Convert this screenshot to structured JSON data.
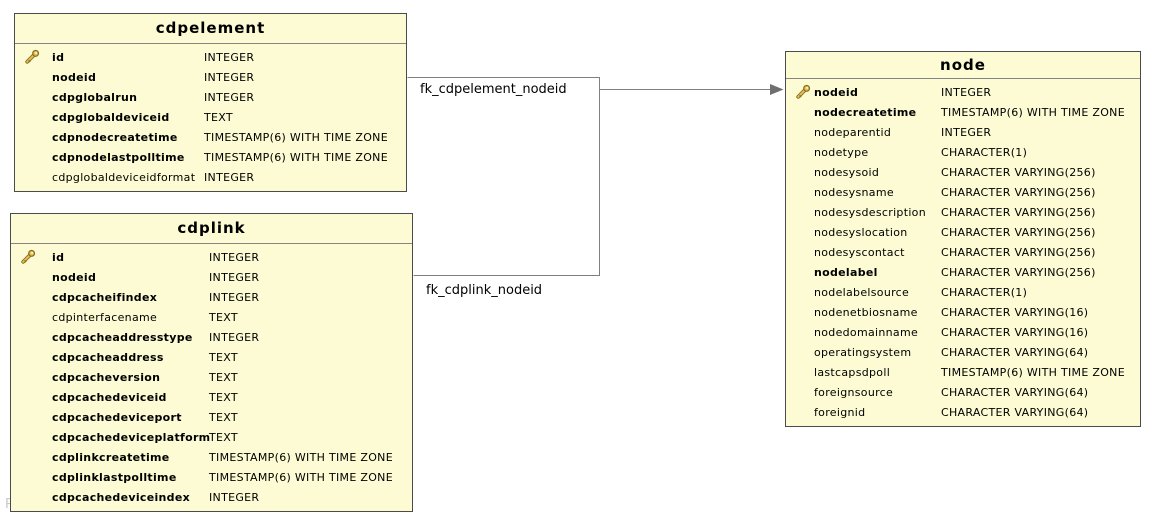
{
  "diagram": {
    "watermark": "Powered by yFiles",
    "connections": [
      {
        "label": "fk_cdpelement_nodeid",
        "from_table": "cdpelement",
        "from_column": "nodeid",
        "to_table": "node",
        "to_column": "nodeid"
      },
      {
        "label": "fk_cdplink_nodeid",
        "from_table": "cdplink",
        "from_column": "nodeid",
        "to_table": "node",
        "to_column": "nodeid"
      }
    ],
    "colors": {
      "table_fill": "#fcfbd3",
      "table_border": "#4b4b4b",
      "title_divider": "#858585",
      "connector": "#7f7f7f",
      "arrowhead": "#6f6f6f",
      "key_icon_gold": "#e3bf59",
      "key_icon_outline": "#8a6d1f",
      "watermark_gray": "#c9c9c9"
    },
    "tables": [
      {
        "name": "cdpelement",
        "columns": [
          {
            "name": "id",
            "type": "INTEGER",
            "key": true,
            "bold": true
          },
          {
            "name": "nodeid",
            "type": "INTEGER",
            "key": false,
            "bold": true
          },
          {
            "name": "cdpglobalrun",
            "type": "INTEGER",
            "key": false,
            "bold": true
          },
          {
            "name": "cdpglobaldeviceid",
            "type": "TEXT",
            "key": false,
            "bold": true
          },
          {
            "name": "cdpnodecreatetime",
            "type": "TIMESTAMP(6) WITH TIME ZONE",
            "key": false,
            "bold": true
          },
          {
            "name": "cdpnodelastpolltime",
            "type": "TIMESTAMP(6) WITH TIME ZONE",
            "key": false,
            "bold": true
          },
          {
            "name": "cdpglobaldeviceidformat",
            "type": "INTEGER",
            "key": false,
            "bold": false
          }
        ]
      },
      {
        "name": "cdplink",
        "columns": [
          {
            "name": "id",
            "type": "INTEGER",
            "key": true,
            "bold": true
          },
          {
            "name": "nodeid",
            "type": "INTEGER",
            "key": false,
            "bold": true
          },
          {
            "name": "cdpcacheifindex",
            "type": "INTEGER",
            "key": false,
            "bold": true
          },
          {
            "name": "cdpinterfacename",
            "type": "TEXT",
            "key": false,
            "bold": false
          },
          {
            "name": "cdpcacheaddresstype",
            "type": "INTEGER",
            "key": false,
            "bold": true
          },
          {
            "name": "cdpcacheaddress",
            "type": "TEXT",
            "key": false,
            "bold": true
          },
          {
            "name": "cdpcacheversion",
            "type": "TEXT",
            "key": false,
            "bold": true
          },
          {
            "name": "cdpcachedeviceid",
            "type": "TEXT",
            "key": false,
            "bold": true
          },
          {
            "name": "cdpcachedeviceport",
            "type": "TEXT",
            "key": false,
            "bold": true
          },
          {
            "name": "cdpcachedeviceplatform",
            "type": "TEXT",
            "key": false,
            "bold": true
          },
          {
            "name": "cdplinkcreatetime",
            "type": "TIMESTAMP(6) WITH TIME ZONE",
            "key": false,
            "bold": true
          },
          {
            "name": "cdplinklastpolltime",
            "type": "TIMESTAMP(6) WITH TIME ZONE",
            "key": false,
            "bold": true
          },
          {
            "name": "cdpcachedeviceindex",
            "type": "INTEGER",
            "key": false,
            "bold": true
          }
        ]
      },
      {
        "name": "node",
        "columns": [
          {
            "name": "nodeid",
            "type": "INTEGER",
            "key": true,
            "bold": true
          },
          {
            "name": "nodecreatetime",
            "type": "TIMESTAMP(6) WITH TIME ZONE",
            "key": false,
            "bold": true
          },
          {
            "name": "nodeparentid",
            "type": "INTEGER",
            "key": false,
            "bold": false
          },
          {
            "name": "nodetype",
            "type": "CHARACTER(1)",
            "key": false,
            "bold": false
          },
          {
            "name": "nodesysoid",
            "type": "CHARACTER VARYING(256)",
            "key": false,
            "bold": false
          },
          {
            "name": "nodesysname",
            "type": "CHARACTER VARYING(256)",
            "key": false,
            "bold": false
          },
          {
            "name": "nodesysdescription",
            "type": "CHARACTER VARYING(256)",
            "key": false,
            "bold": false
          },
          {
            "name": "nodesyslocation",
            "type": "CHARACTER VARYING(256)",
            "key": false,
            "bold": false
          },
          {
            "name": "nodesyscontact",
            "type": "CHARACTER VARYING(256)",
            "key": false,
            "bold": false
          },
          {
            "name": "nodelabel",
            "type": "CHARACTER VARYING(256)",
            "key": false,
            "bold": true
          },
          {
            "name": "nodelabelsource",
            "type": "CHARACTER(1)",
            "key": false,
            "bold": false
          },
          {
            "name": "nodenetbiosname",
            "type": "CHARACTER VARYING(16)",
            "key": false,
            "bold": false
          },
          {
            "name": "nodedomainname",
            "type": "CHARACTER VARYING(16)",
            "key": false,
            "bold": false
          },
          {
            "name": "operatingsystem",
            "type": "CHARACTER VARYING(64)",
            "key": false,
            "bold": false
          },
          {
            "name": "lastcapsdpoll",
            "type": "TIMESTAMP(6) WITH TIME ZONE",
            "key": false,
            "bold": false
          },
          {
            "name": "foreignsource",
            "type": "CHARACTER VARYING(64)",
            "key": false,
            "bold": false
          },
          {
            "name": "foreignid",
            "type": "CHARACTER VARYING(64)",
            "key": false,
            "bold": false
          }
        ]
      }
    ]
  }
}
